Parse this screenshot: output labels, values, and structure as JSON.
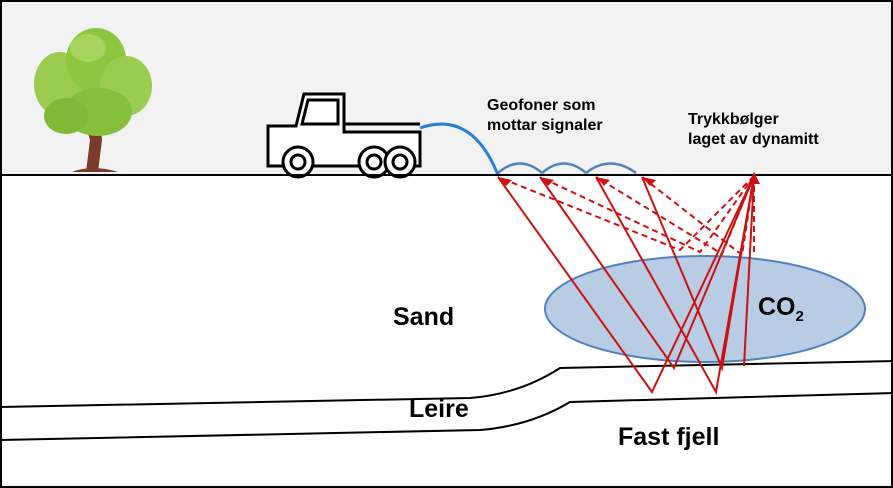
{
  "labels": {
    "geophones_line1": "Geofoner som",
    "geophones_line2": "mottar signaler",
    "pressure_line1": "Trykkbølger",
    "pressure_line2": "laget av dynamitt",
    "sand": "Sand",
    "clay": "Leire",
    "bedrock": "Fast fjell",
    "co2_main": "CO",
    "co2_sub": "2"
  },
  "icons": {
    "tree": "tree-icon",
    "truck": "truck-icon",
    "geophone": "geophone-icon"
  },
  "colors": {
    "sky": "#f2f2f2",
    "ground": "#ffffff",
    "ray": "#cc1111",
    "cable": "#2a7fd4",
    "co2_fill": "#b8cce4",
    "co2_stroke": "#4f81bd",
    "foliage": "#8dc63f",
    "trunk": "#7a3b2e"
  }
}
